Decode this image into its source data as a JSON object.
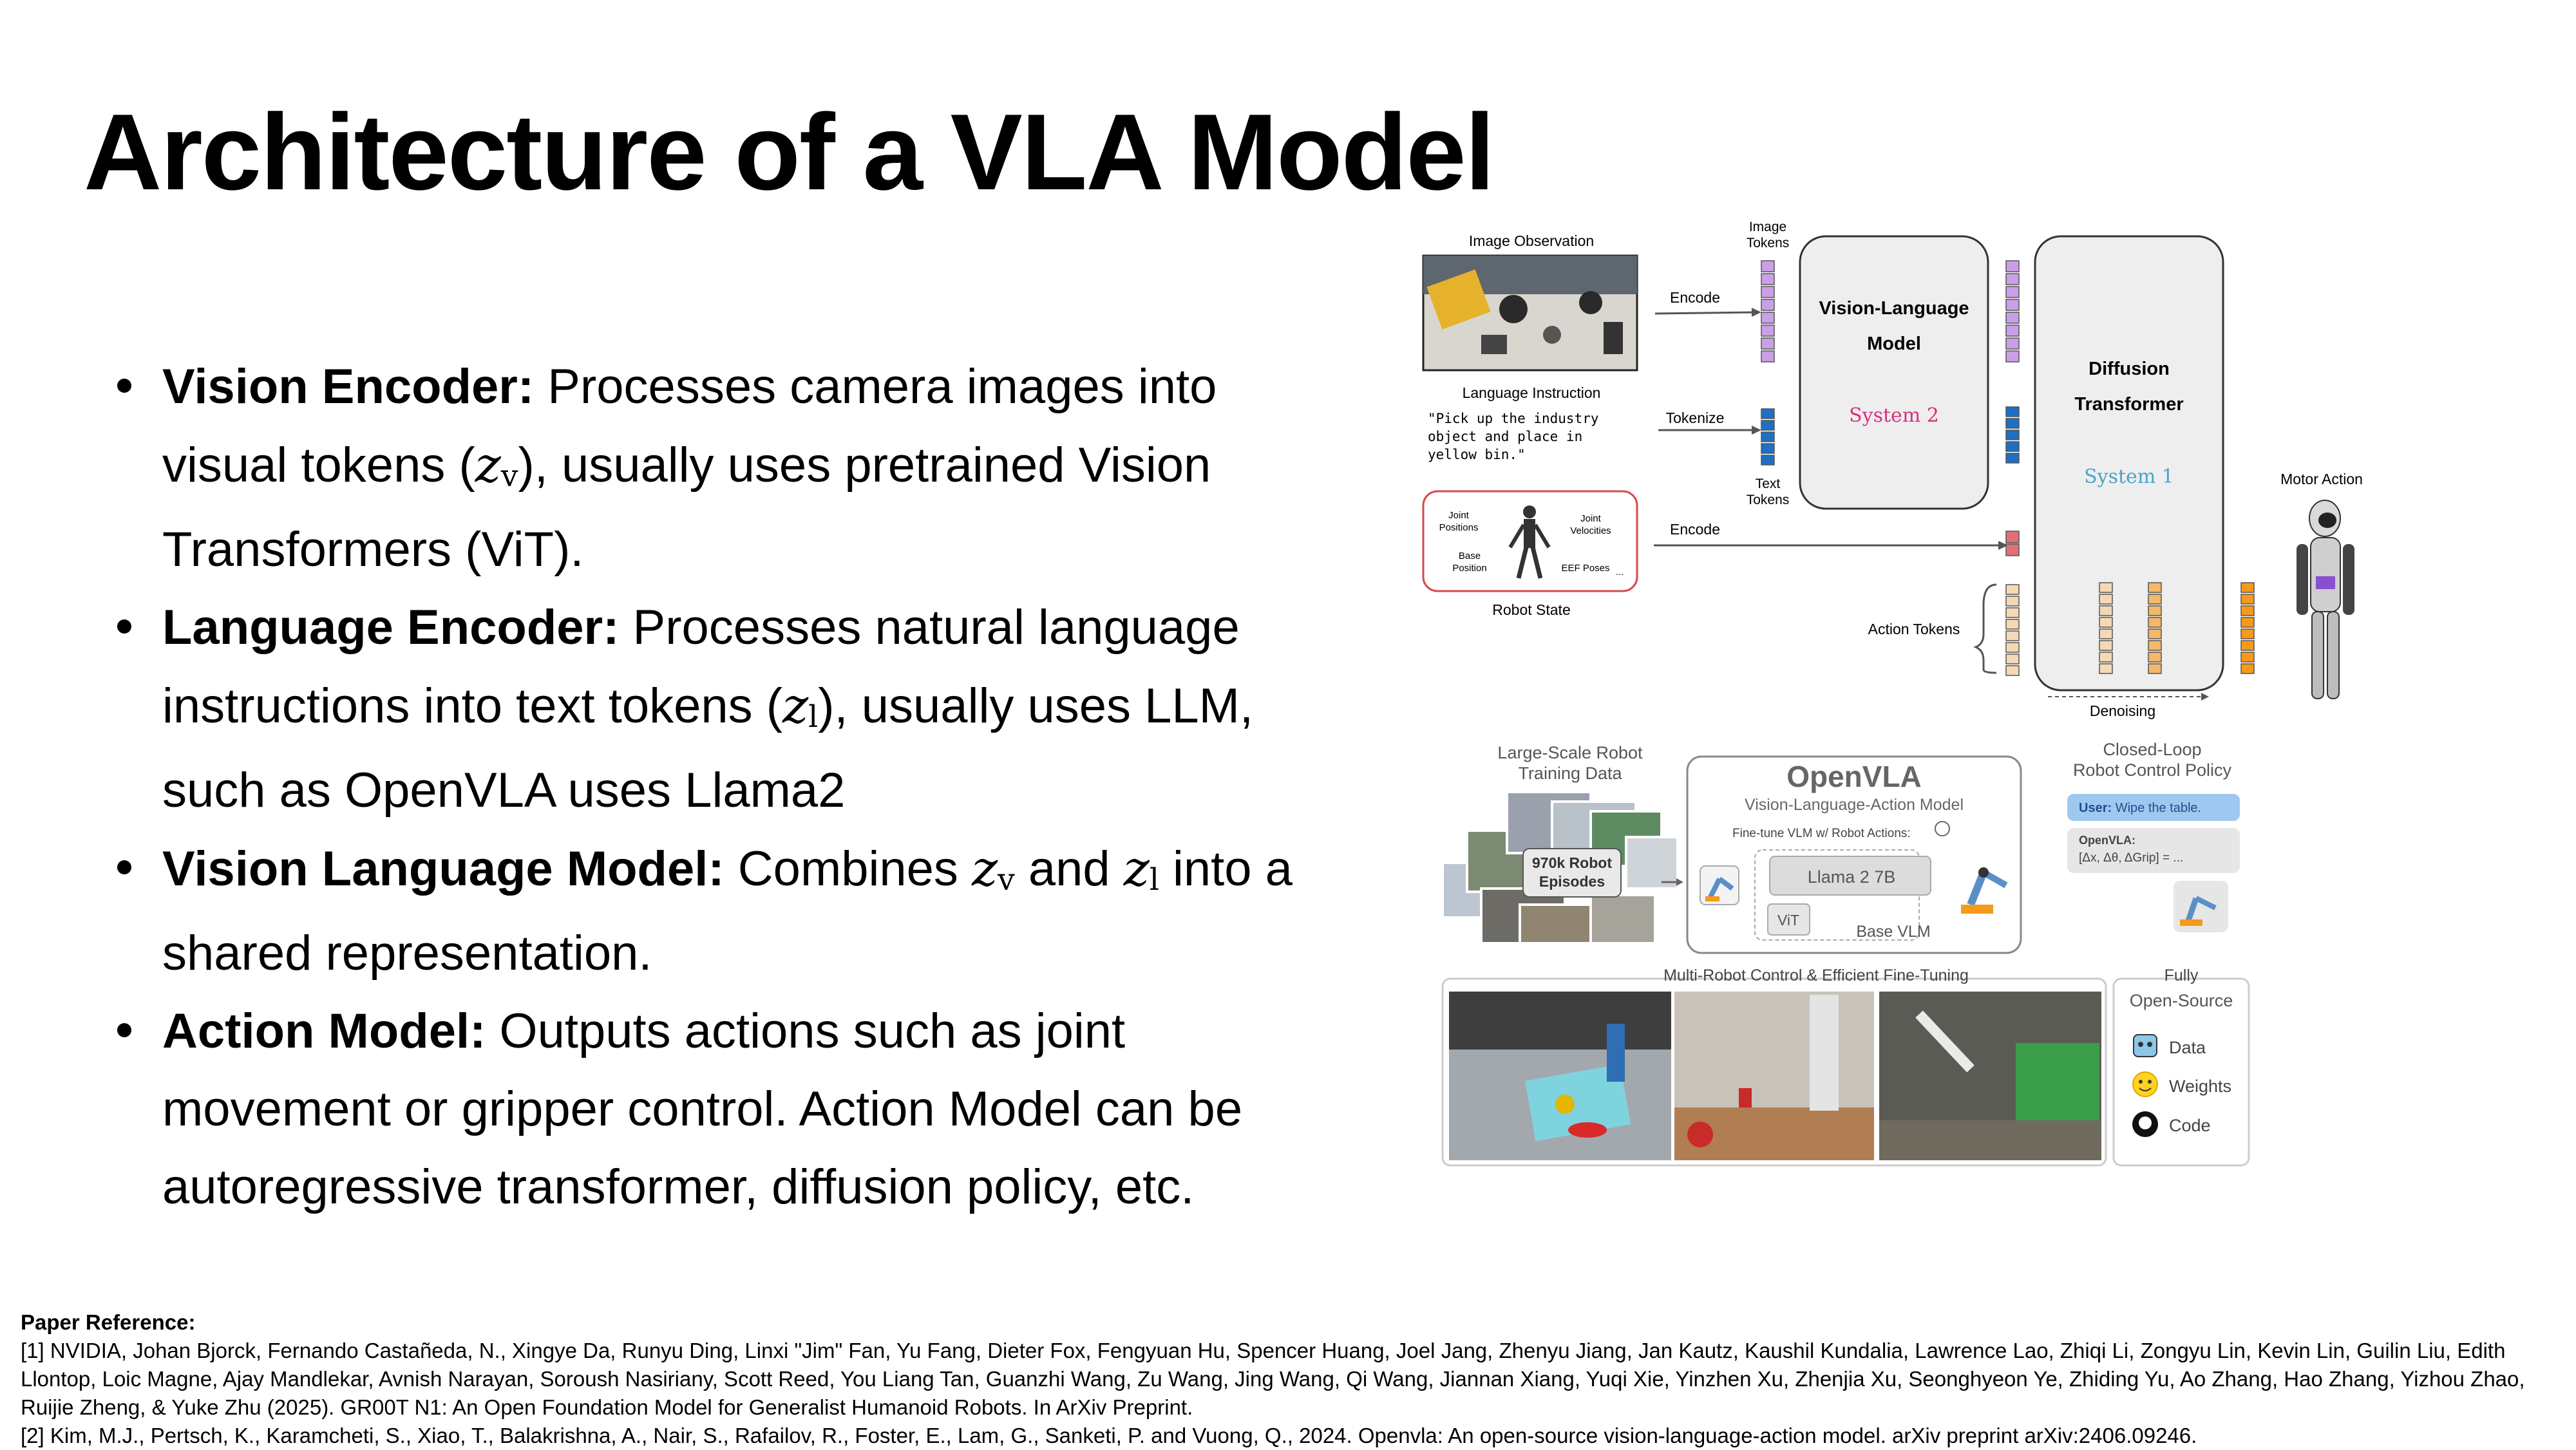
{
  "slide": {
    "title": "Architecture of a VLA Model",
    "bullets": [
      {
        "label": "Vision Encoder:",
        "text_a": " Processes camera images into visual tokens (",
        "math": "z",
        "sub": "v",
        "text_b": "), usually uses pretrained Vision Transformers (ViT)."
      },
      {
        "label": "Language Encoder:",
        "text_a": " Processes natural language instructions into text tokens (",
        "math": "z",
        "sub": "l",
        "text_b": "), usually uses LLM, such as OpenVLA uses Llama2"
      },
      {
        "label": "Vision Language Model:",
        "text_a": " Combines ",
        "math": "z",
        "sub": "v",
        "text_mid": " and ",
        "math2": "z",
        "sub2": "l",
        "text_b": " into a shared representation."
      },
      {
        "label": "Action Model:",
        "text_a": " Outputs actions such as joint movement or gripper control. Action Model can be autoregressive transformer, diffusion policy, etc."
      }
    ]
  },
  "gr00t_figure": {
    "image_observation": "Image Observation",
    "language_instruction": "Language Instruction",
    "instruction_lines": [
      "\"Pick up the industry",
      "object and place in",
      "yellow bin.\""
    ],
    "robot_state": "Robot State",
    "joint_positions": [
      "Joint",
      "Positions"
    ],
    "joint_velocities": [
      "Joint",
      "Velocities"
    ],
    "base_position": [
      "Base",
      "Position"
    ],
    "eef_poses": "EEF Poses",
    "ellipsis": "...",
    "encode": "Encode",
    "tokenize": "Tokenize",
    "encode2": "Encode",
    "image_tokens": [
      "Image",
      "Tokens"
    ],
    "text_tokens": [
      "Text",
      "Tokens"
    ],
    "vlm": [
      "Vision-Language",
      "Model"
    ],
    "system2": "System 2",
    "dit": [
      "Diffusion",
      "Transformer"
    ],
    "system1": "System 1",
    "motor_action": "Motor Action",
    "action_tokens": "Action Tokens",
    "denoising": "Denoising",
    "colors": {
      "image_token": "#c9a0e6",
      "text_token": "#1f6fc5",
      "state_token": "#e0707a",
      "action_token": "#f5d9b5",
      "motor_token": "#f59a1a",
      "system2": "#d6337a",
      "system1": "#4aa3c6"
    }
  },
  "openvla_figure": {
    "large_scale": [
      "Large-Scale Robot",
      "Training Data"
    ],
    "episodes": [
      "970k Robot",
      "Episodes"
    ],
    "title": "OpenVLA",
    "subtitle": "Vision-Language-Action Model",
    "finetune": "Fine-tune VLM w/ Robot Actions:",
    "llama": "Llama 2 7B",
    "vit": "ViT",
    "base_vlm": "Base VLM",
    "closed_loop": [
      "Closed-Loop",
      "Robot Control Policy"
    ],
    "user_prefix": "User:",
    "user_text": "Wipe the table.",
    "openvla_label": "OpenVLA:",
    "openvla_output": "[Δx, Δθ, ΔGrip] = ...",
    "multi_robot": "Multi-Robot Control & Efficient Fine-Tuning",
    "fully_open": [
      "Fully",
      "Open-Source"
    ],
    "open_items": [
      {
        "icon": "robot-icon",
        "label": "Data"
      },
      {
        "icon": "hugging-face-icon",
        "label": "Weights"
      },
      {
        "icon": "github-icon",
        "label": "Code"
      }
    ]
  },
  "references": {
    "heading": "Paper Reference:",
    "items": [
      "[1] NVIDIA, Johan Bjorck, Fernando Castañeda, N., Xingye Da, Runyu Ding, Linxi \"Jim\" Fan, Yu Fang, Dieter Fox, Fengyuan Hu, Spencer Huang, Joel Jang, Zhenyu Jiang, Jan Kautz, Kaushil Kundalia, Lawrence Lao, Zhiqi Li, Zongyu Lin, Kevin Lin, Guilin Liu, Edith Llontop, Loic Magne, Ajay Mandlekar, Avnish Narayan, Soroush Nasiriany, Scott Reed, You Liang Tan, Guanzhi Wang, Zu Wang, Jing Wang, Qi Wang, Jiannan Xiang, Yuqi Xie, Yinzhen Xu, Zhenjia Xu, Seonghyeon Ye, Zhiding Yu, Ao Zhang, Hao Zhang, Yizhou Zhao, Ruijie Zheng, & Yuke Zhu (2025). GR00T N1: An Open Foundation Model for Generalist Humanoid Robots. In ArXiv Preprint.",
      "[2] Kim, M.J., Pertsch, K., Karamcheti, S., Xiao, T., Balakrishna, A., Nair, S., Rafailov, R., Foster, E., Lam, G., Sanketi, P. and Vuong, Q., 2024. Openvla: An open-source vision-language-action model. arXiv preprint arXiv:2406.09246."
    ]
  }
}
